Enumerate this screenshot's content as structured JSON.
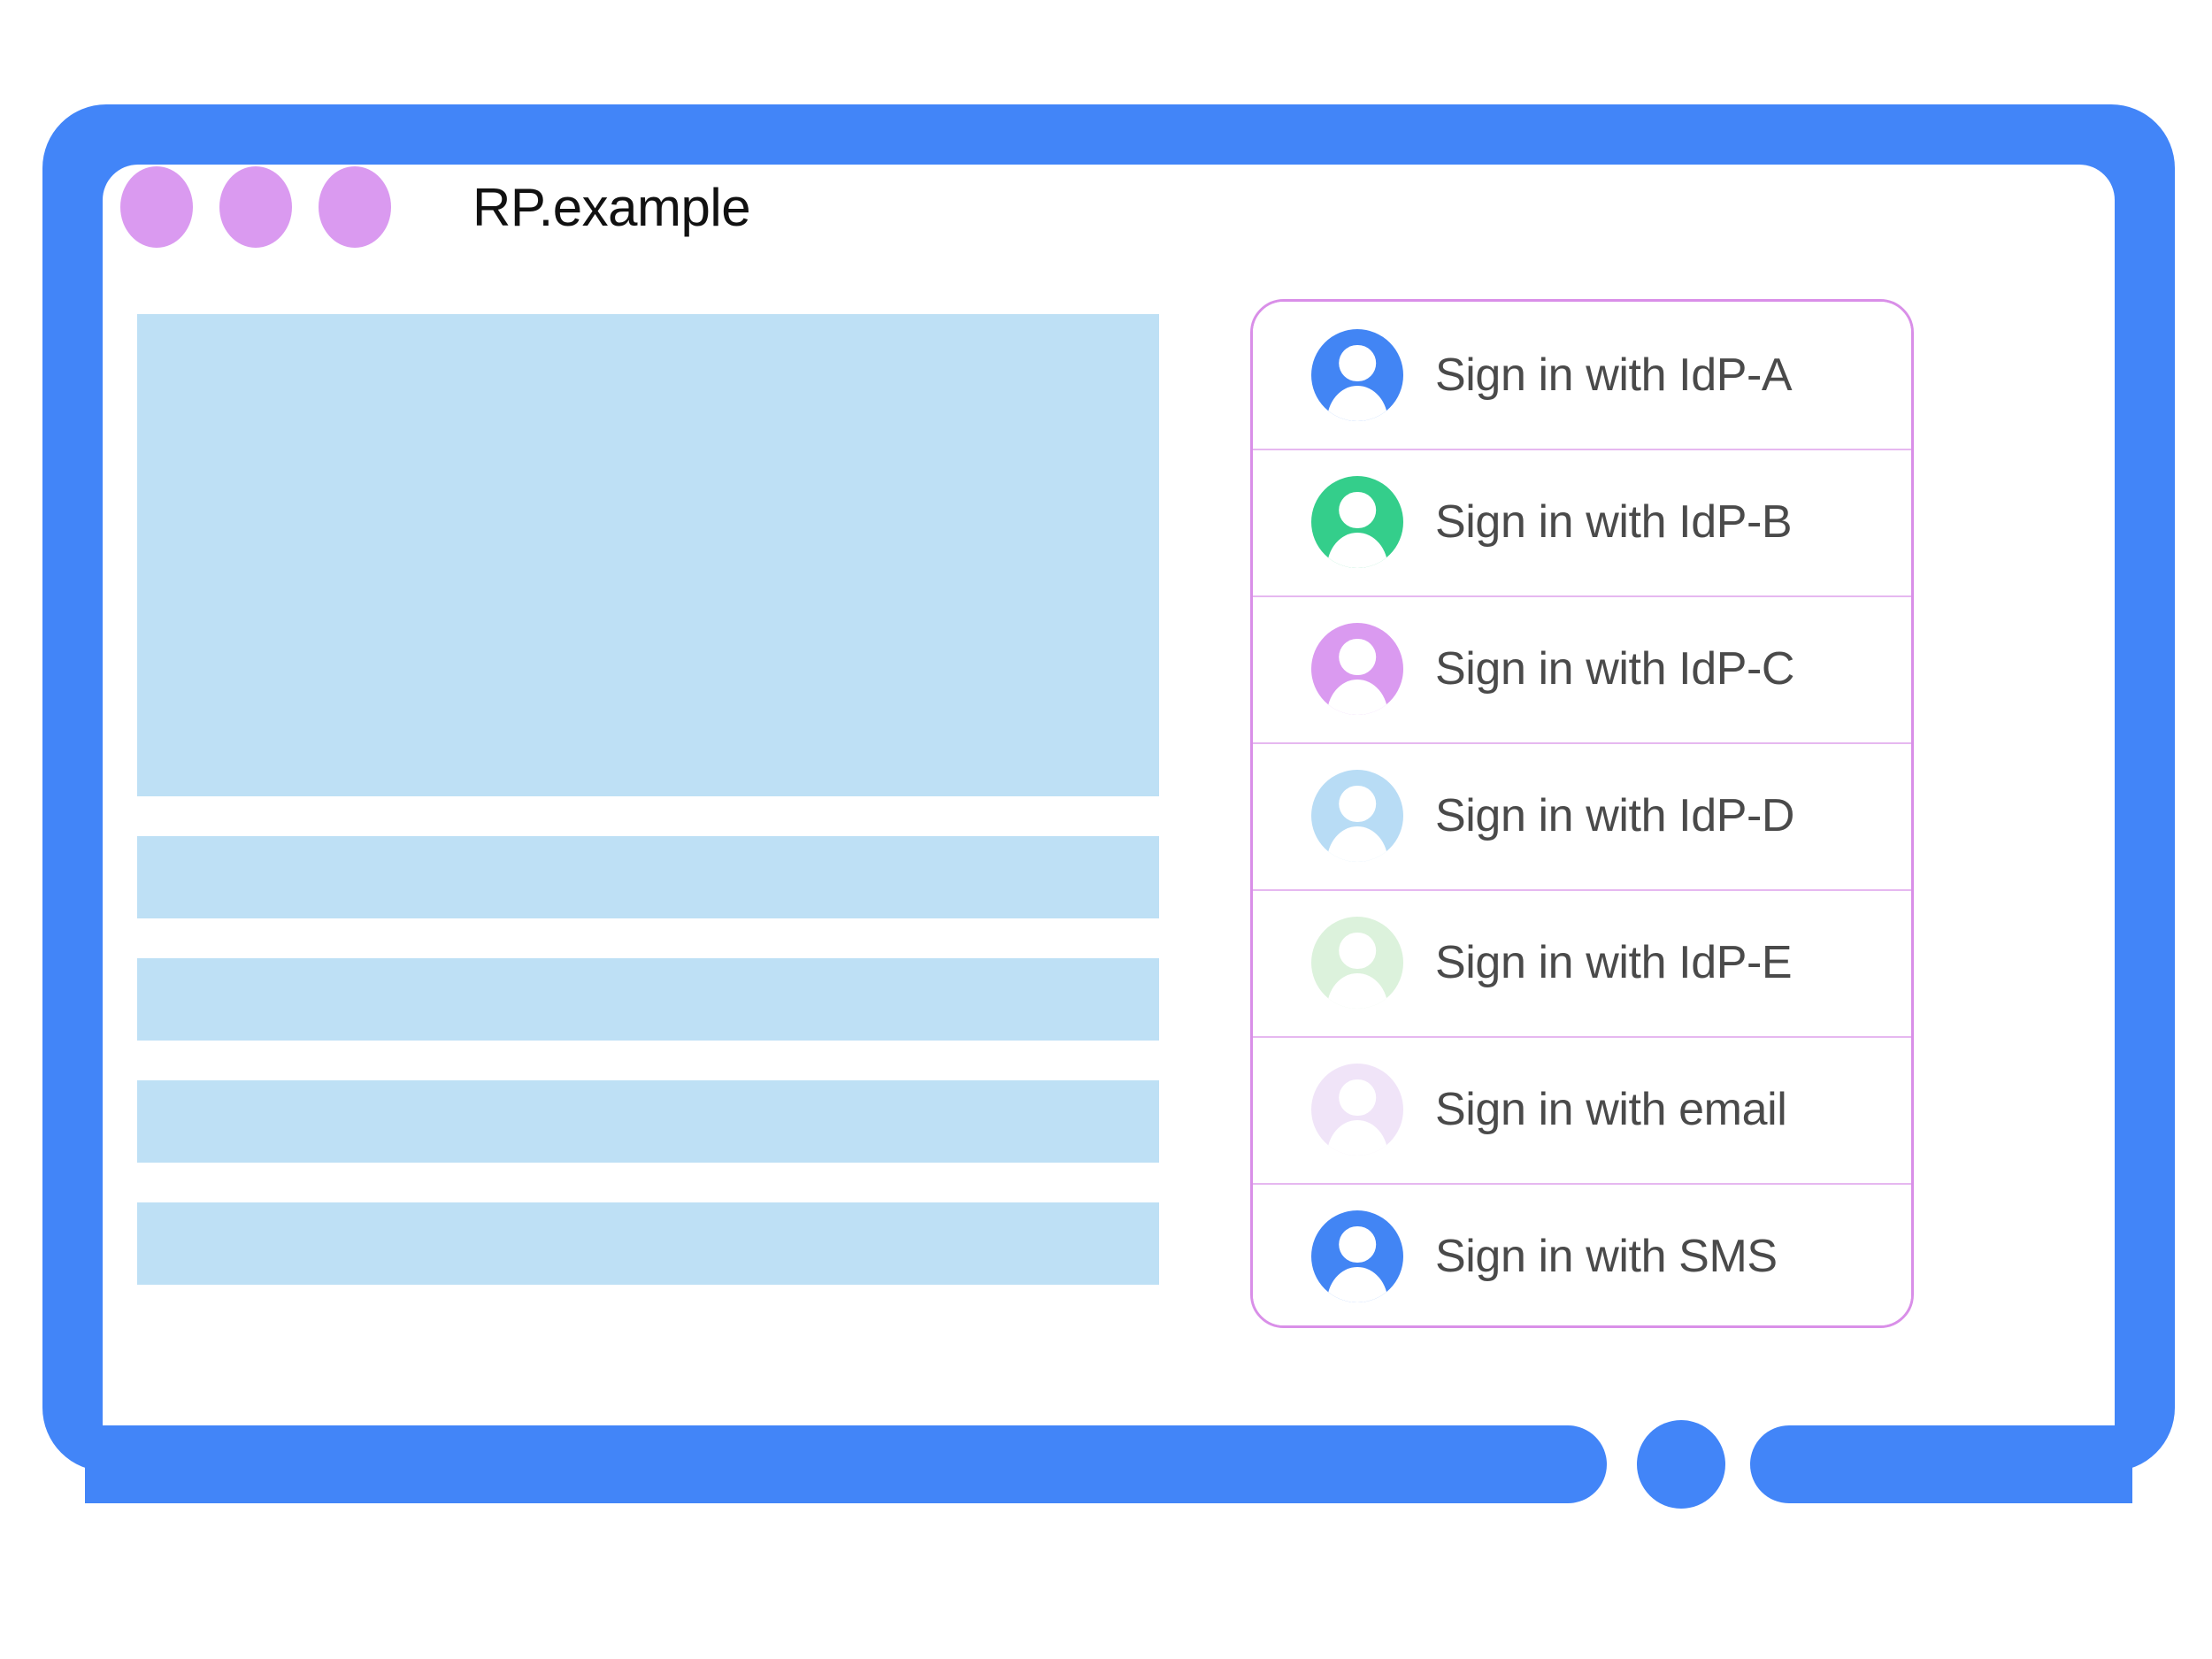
{
  "colors": {
    "frame_blue": "#4285F8",
    "chrome_dot_orchid": "#DA9AF0",
    "placeholder_blue": "#BEE0F5",
    "dialog_border": "#D98FE8",
    "row_divider": "#E6B8F0",
    "title_text": "#111111",
    "label_text": "#4A4A4A"
  },
  "browser": {
    "title": "RP.example",
    "dots": [
      "chrome-dot-1",
      "chrome-dot-2",
      "chrome-dot-3"
    ]
  },
  "content": {
    "placeholders": [
      {
        "name": "hero-placeholder",
        "kind": "hero"
      },
      {
        "name": "text-placeholder-1",
        "kind": "bar"
      },
      {
        "name": "text-placeholder-2",
        "kind": "bar"
      },
      {
        "name": "text-placeholder-3",
        "kind": "bar"
      },
      {
        "name": "text-placeholder-4",
        "kind": "bar"
      }
    ]
  },
  "account_dialog": {
    "name": "account-chooser-dialog",
    "rows": [
      {
        "label": "Sign in with IdP-A",
        "icon": "avatar-icon",
        "avatar_color": "#4285F4"
      },
      {
        "label": "Sign in with IdP-B",
        "icon": "avatar-icon",
        "avatar_color": "#34CE8B"
      },
      {
        "label": "Sign in with IdP-C",
        "icon": "avatar-icon",
        "avatar_color": "#DA9AF0"
      },
      {
        "label": "Sign in with IdP-D",
        "icon": "avatar-icon",
        "avatar_color": "#B8DCF5"
      },
      {
        "label": "Sign in with IdP-E",
        "icon": "avatar-icon",
        "avatar_color": "#DCF2DC"
      },
      {
        "label": "Sign in with email",
        "icon": "avatar-icon",
        "avatar_color": "#F0E4F8"
      },
      {
        "label": "Sign in with SMS",
        "icon": "avatar-icon",
        "avatar_color": "#4285F4"
      }
    ]
  },
  "device": {
    "home_button": "home-button"
  }
}
